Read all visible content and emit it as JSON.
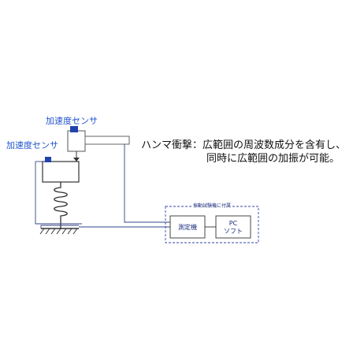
{
  "labels": {
    "sensor_top": "加速度センサ",
    "sensor_left": "加速度センサ",
    "hammer_line1": "ハンマ衝撃：広範囲の周波数成分を含有し、",
    "hammer_line2": "同時に広範囲の加振が可能。",
    "device_group": "振動試験機に付属",
    "measure_device": "測定機",
    "pc_line1": "PC",
    "pc_line2": "ソフト"
  },
  "colors": {
    "sensor_fill": "#2244aa",
    "line": "#334488",
    "text_blue": "#2255cc"
  }
}
